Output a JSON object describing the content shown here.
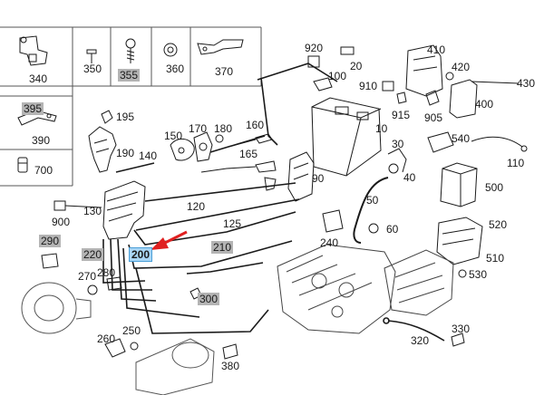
{
  "parts": [
    {
      "id": "p340",
      "text": "340"
    },
    {
      "id": "p350",
      "text": "350"
    },
    {
      "id": "p355",
      "text": "355",
      "style": "gray"
    },
    {
      "id": "p360",
      "text": "360"
    },
    {
      "id": "p370",
      "text": "370"
    },
    {
      "id": "p395",
      "text": "395",
      "style": "gray"
    },
    {
      "id": "p390",
      "text": "390"
    },
    {
      "id": "p700",
      "text": "700"
    },
    {
      "id": "p195",
      "text": "195"
    },
    {
      "id": "p190",
      "text": "190"
    },
    {
      "id": "p150",
      "text": "150"
    },
    {
      "id": "p170",
      "text": "170"
    },
    {
      "id": "p180",
      "text": "180"
    },
    {
      "id": "p160",
      "text": "160"
    },
    {
      "id": "p140",
      "text": "140"
    },
    {
      "id": "p165",
      "text": "165"
    },
    {
      "id": "p920",
      "text": "920"
    },
    {
      "id": "p100",
      "text": "100"
    },
    {
      "id": "p20",
      "text": "20"
    },
    {
      "id": "p910",
      "text": "910"
    },
    {
      "id": "p410",
      "text": "410"
    },
    {
      "id": "p420",
      "text": "420"
    },
    {
      "id": "p430",
      "text": "430"
    },
    {
      "id": "p400",
      "text": "400"
    },
    {
      "id": "p915",
      "text": "915"
    },
    {
      "id": "p905",
      "text": "905"
    },
    {
      "id": "p10",
      "text": "10"
    },
    {
      "id": "p30",
      "text": "30"
    },
    {
      "id": "p540",
      "text": "540"
    },
    {
      "id": "p110",
      "text": "110"
    },
    {
      "id": "p90",
      "text": "90"
    },
    {
      "id": "p40",
      "text": "40"
    },
    {
      "id": "p500",
      "text": "500"
    },
    {
      "id": "p900",
      "text": "900"
    },
    {
      "id": "p130",
      "text": "130"
    },
    {
      "id": "p120",
      "text": "120"
    },
    {
      "id": "p125",
      "text": "125"
    },
    {
      "id": "p50",
      "text": "50"
    },
    {
      "id": "p520",
      "text": "520"
    },
    {
      "id": "p240",
      "text": "240"
    },
    {
      "id": "p60",
      "text": "60"
    },
    {
      "id": "p290",
      "text": "290",
      "style": "gray"
    },
    {
      "id": "p220",
      "text": "220",
      "style": "gray"
    },
    {
      "id": "p200",
      "text": "200",
      "style": "hl"
    },
    {
      "id": "p210",
      "text": "210",
      "style": "gray"
    },
    {
      "id": "p510",
      "text": "510"
    },
    {
      "id": "p530",
      "text": "530"
    },
    {
      "id": "p270",
      "text": "270"
    },
    {
      "id": "p280",
      "text": "280"
    },
    {
      "id": "p300",
      "text": "300",
      "style": "gray"
    },
    {
      "id": "p260",
      "text": "260"
    },
    {
      "id": "p250",
      "text": "250"
    },
    {
      "id": "p330",
      "text": "330"
    },
    {
      "id": "p320",
      "text": "320"
    },
    {
      "id": "p380",
      "text": "380"
    }
  ],
  "colors": {
    "line": "#1a1a1a",
    "gray_label": "#b4b4b4",
    "highlight": "#a9d6f5",
    "arrow": "#e02020"
  }
}
